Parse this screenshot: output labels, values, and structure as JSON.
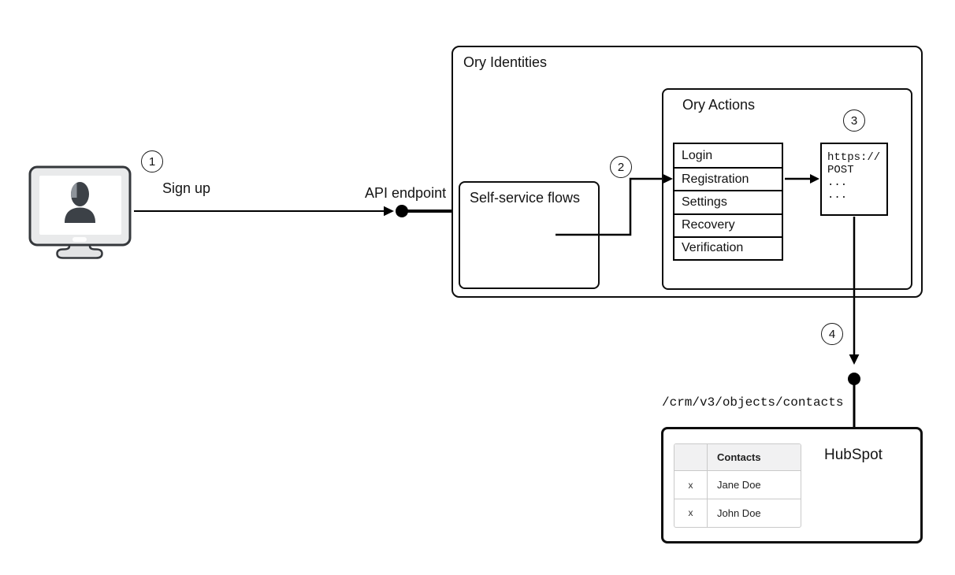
{
  "diagram": {
    "steps": {
      "one": "1",
      "two": "2",
      "three": "3",
      "four": "4"
    },
    "sign_up_label": "Sign up",
    "api_endpoint_label": "API endpoint",
    "ory_identities": {
      "title": "Ory Identities",
      "self_service_flows_title": "Self-service flows",
      "ory_actions": {
        "title": "Ory Actions",
        "flows": [
          "Login",
          "Registration",
          "Settings",
          "Recovery",
          "Verification"
        ],
        "request_box_lines": [
          "https://",
          "POST",
          "...",
          "..."
        ]
      }
    },
    "hubspot": {
      "title": "HubSpot",
      "endpoint_path": "/crm/v3/objects/contacts",
      "table": {
        "header": "Contacts",
        "rows": [
          [
            "x",
            "Jane Doe"
          ],
          [
            "x",
            "John Doe"
          ]
        ]
      }
    }
  }
}
